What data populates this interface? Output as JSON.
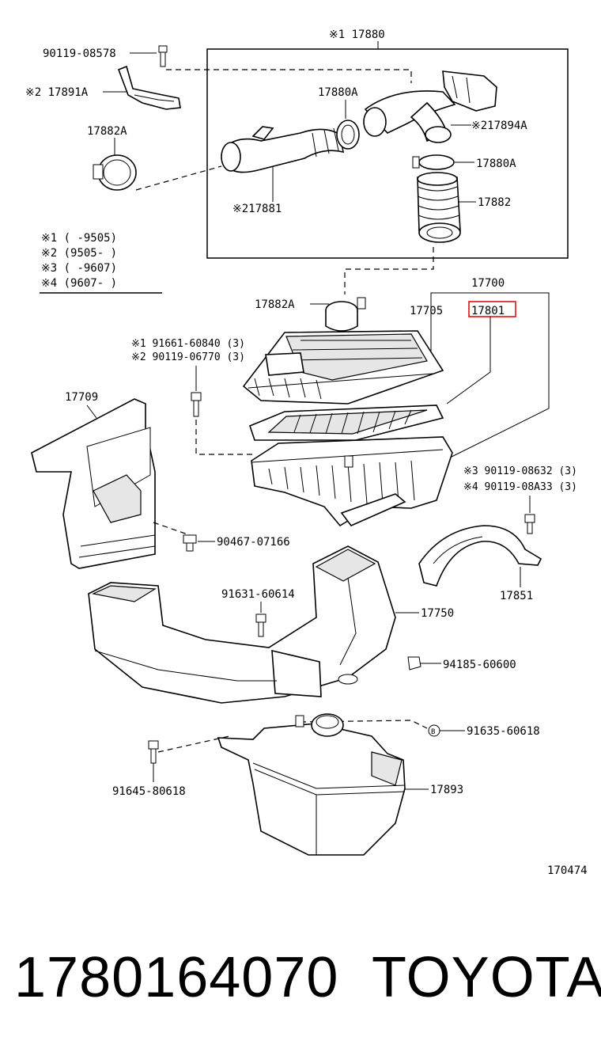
{
  "diagram": {
    "labels": {
      "l_17880": "※1 17880",
      "l_90119_08578": "90119-08578",
      "l_17891A": "※2 17891A",
      "l_17880A_top": "17880A",
      "l_217894A": "※217894A",
      "l_17882A_top": "17882A",
      "l_17880A_right": "17880A",
      "l_17882": "17882",
      "l_217881": "※217881",
      "l_17700": "17700",
      "l_17882A_mid": "17882A",
      "l_17705": "17705",
      "l_17801": "17801",
      "l_91661": "※1 91661-60840 (3)",
      "l_90119_06770": "※2 90119-06770 (3)",
      "l_17709": "17709",
      "l_90119_08632": "※3 90119-08632 (3)",
      "l_90119_08A33": "※4 90119-08A33 (3)",
      "l_90467": "90467-07166",
      "l_17851": "17851",
      "l_91631": "91631-60614",
      "l_17750": "17750",
      "l_94185": "94185-60600",
      "l_91635": "91635-60618",
      "l_91645": "91645-80618",
      "l_17893": "17893",
      "l_170474": "170474"
    },
    "legend": [
      "※1 (      -9505)",
      "※2 (9505-      )",
      "※3 (      -9607)",
      "※4 (9607-      )"
    ],
    "highlight_color": "#e00000"
  },
  "footer": {
    "part_number": "1780164070",
    "brand": "TOYOTA"
  }
}
